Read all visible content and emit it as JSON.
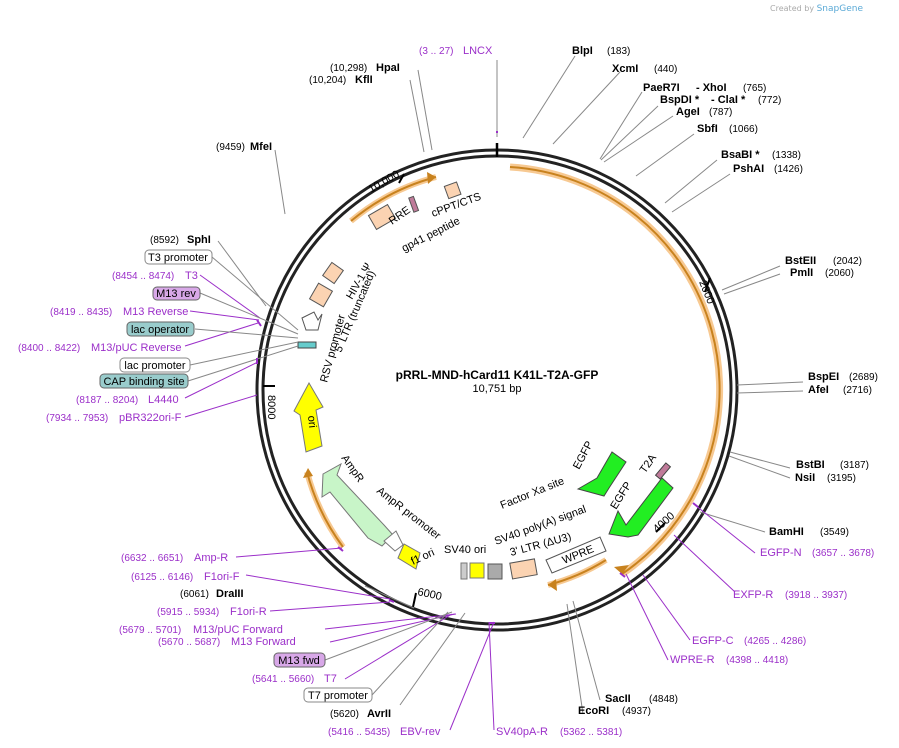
{
  "credit": {
    "prefix": "Created by",
    "brand": "SnapGene"
  },
  "plasmid": {
    "name": "pRRL-MND-hCard11 K41L-T2A-GFP",
    "length_label": "10,751 bp"
  },
  "ticks": [
    "2000",
    "4000",
    "6000",
    "8000",
    "10,000"
  ],
  "sites": [
    {
      "name": "BlpI",
      "pos": "(183)"
    },
    {
      "name": "XcmI",
      "pos": "(440)"
    },
    {
      "name": "PaeR7I",
      "mid": "- XhoI",
      "pos": "(765)"
    },
    {
      "name": "BspDI *",
      "mid": "- ClaI *",
      "pos": "(772)"
    },
    {
      "name": "AgeI",
      "pos": "(787)"
    },
    {
      "name": "SbfI",
      "pos": "(1066)"
    },
    {
      "name": "BsaBI *",
      "pos": "(1338)"
    },
    {
      "name": "PshAI",
      "pos": "(1426)"
    },
    {
      "name": "BstEII",
      "pos": "(2042)"
    },
    {
      "name": "PmlI",
      "pos": "(2060)"
    },
    {
      "name": "BspEI",
      "pos": "(2689)"
    },
    {
      "name": "AfeI",
      "pos": "(2716)"
    },
    {
      "name": "BstBI",
      "pos": "(3187)"
    },
    {
      "name": "NsiI",
      "pos": "(3195)"
    },
    {
      "name": "BamHI",
      "pos": "(3549)"
    },
    {
      "name": "SacII",
      "pos": "(4848)"
    },
    {
      "name": "EcoRI",
      "pos": "(4937)"
    },
    {
      "name": "AvrII",
      "pos": "(5620)"
    },
    {
      "name": "DraIII",
      "pos": "(6061)"
    },
    {
      "name": "SphI",
      "pos": "(8592)"
    },
    {
      "name": "MfeI",
      "pos": "(9459)"
    },
    {
      "name": "KflI",
      "pos": "(10,204)"
    },
    {
      "name": "HpaI",
      "pos": "(10,298)"
    }
  ],
  "primers": [
    {
      "name": "LNCX",
      "pos": "(3 .. 27)"
    },
    {
      "name": "EGFP-N",
      "pos": "(3657 .. 3678)"
    },
    {
      "name": "EXFP-R",
      "pos": "(3918 .. 3937)"
    },
    {
      "name": "EGFP-C",
      "pos": "(4265 .. 4286)"
    },
    {
      "name": "WPRE-R",
      "pos": "(4398 .. 4418)"
    },
    {
      "name": "SV40pA-R",
      "pos": "(5362 .. 5381)"
    },
    {
      "name": "EBV-rev",
      "pos": "(5416 .. 5435)"
    },
    {
      "name": "T7",
      "pos": "(5641 .. 5660)"
    },
    {
      "name": "M13 Forward",
      "pos": "(5670 .. 5687)"
    },
    {
      "name": "M13/pUC Forward",
      "pos": "(5679 .. 5701)"
    },
    {
      "name": "F1ori-R",
      "pos": "(5915 .. 5934)"
    },
    {
      "name": "F1ori-F",
      "pos": "(6125 .. 6146)"
    },
    {
      "name": "Amp-R",
      "pos": "(6632 .. 6651)"
    },
    {
      "name": "pBR322ori-F",
      "pos": "(7934 .. 7953)"
    },
    {
      "name": "L4440",
      "pos": "(8187 .. 8204)"
    },
    {
      "name": "M13/pUC Reverse",
      "pos": "(8400 .. 8422)"
    },
    {
      "name": "M13 Reverse",
      "pos": "(8419 .. 8435)"
    },
    {
      "name": "T3",
      "pos": "(8454 .. 8474)"
    }
  ],
  "boxes": [
    {
      "text": "T3 promoter"
    },
    {
      "text": "M13 rev"
    },
    {
      "text": "lac operator"
    },
    {
      "text": "lac promoter"
    },
    {
      "text": "CAP binding site"
    },
    {
      "text": "M13 fwd"
    },
    {
      "text": "T7 promoter"
    }
  ],
  "features": {
    "cppt": "cPPT/CTS",
    "gp41": "gp41 peptide",
    "rre": "RRE",
    "hiv": "HIV-1 Ψ",
    "ltr5": "5' LTR (truncated)",
    "rsv": "RSV promoter",
    "ori": "ori",
    "ampr": "AmpR",
    "ampr_prom": "AmpR promoter",
    "f1": "f1 ori",
    "sv40ori": "SV40 ori",
    "sv40pa": "SV40 poly(A) signal",
    "ltr3": "3' LTR (ΔU3)",
    "wpre": "WPRE",
    "egfp": "EGFP",
    "t2a": "T2A",
    "egfp2": "EGFP",
    "factorxa": "Factor Xa site"
  },
  "colors": {
    "primer": "#9b2fc9",
    "orange_arc": "#c8821e",
    "orange_halo": "#f7c992",
    "yellow": "#ffff00",
    "green": "#22ee22",
    "pale_green": "#c8f5c8",
    "peach": "#fbd3b2",
    "mauve": "#c07b9a"
  }
}
